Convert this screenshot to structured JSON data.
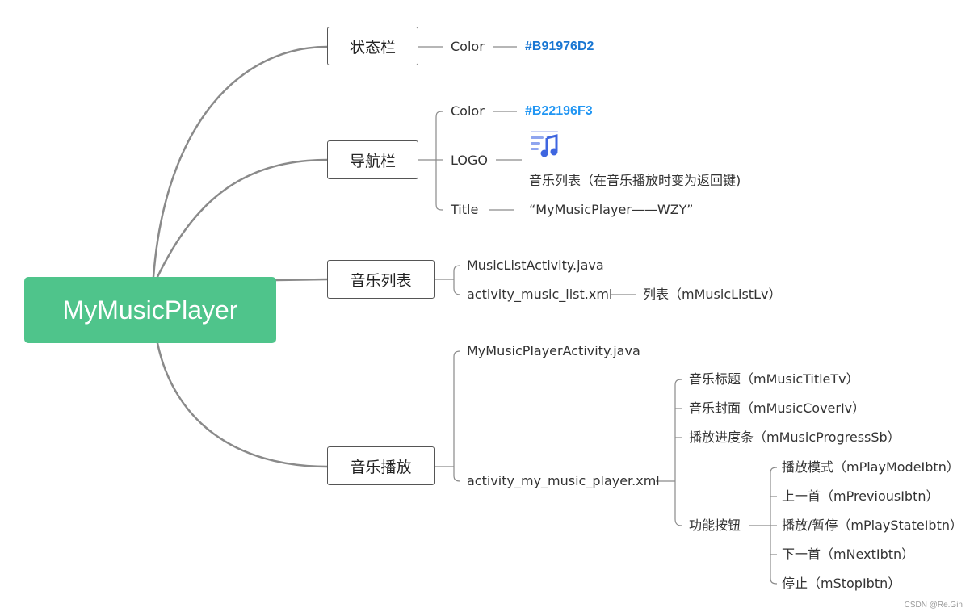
{
  "root": "MyMusicPlayer",
  "status_bar": {
    "label": "状态栏",
    "color_key": "Color",
    "color_value": "#B91976D2",
    "color_hex": "#1976D2"
  },
  "nav_bar": {
    "label": "导航栏",
    "color_key": "Color",
    "color_value": "#B22196F3",
    "color_hex": "#2196F3",
    "logo_key": "LOGO",
    "logo_icon": "music-list-icon",
    "logo_desc": "音乐列表（在音乐播放时变为返回键)",
    "title_key": "Title",
    "title_value": "“MyMusicPlayer——WZY”"
  },
  "music_list": {
    "label": "音乐列表",
    "file_java": "MusicListActivity.java",
    "file_xml": "activity_music_list.xml",
    "xml_child": "列表（mMusicListLv）"
  },
  "music_play": {
    "label": "音乐播放",
    "file_java": "MyMusicPlayerActivity.java",
    "file_xml": "activity_my_music_player.xml",
    "children": [
      "音乐标题（mMusicTitleTv）",
      "音乐封面（mMusicCoverIv）",
      "播放进度条（mMusicProgressSb）"
    ],
    "function_label": "功能按钮",
    "function_buttons": [
      "播放模式（mPlayModeIbtn）",
      "上一首（mPreviousIbtn）",
      "播放/暂停（mPlayStateIbtn）",
      "下一首（mNextIbtn）",
      "停止（mStopIbtn）"
    ]
  },
  "watermark": "CSDN @Re.Gin"
}
